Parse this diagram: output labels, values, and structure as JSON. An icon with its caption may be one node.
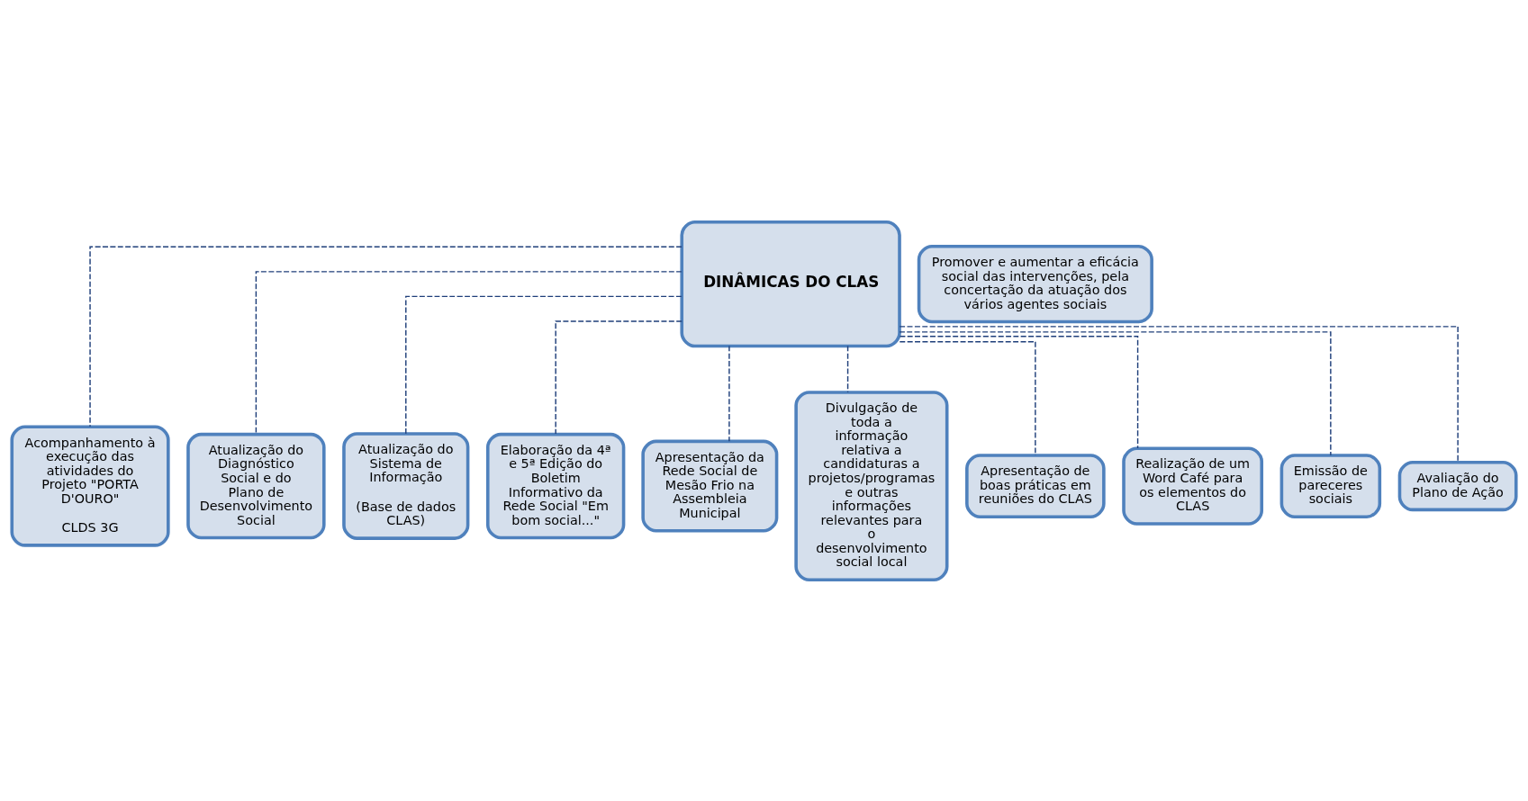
{
  "diagram": {
    "nodes": [
      {
        "text": [
          "DINÂMICAS DO CLAS"
        ]
      },
      {
        "text": [
          "Promover e aumentar a eficácia social das intervenções, pela concertação da atuação dos vários agentes sociais"
        ]
      },
      {
        "text": [
          "Acompanhamento à execução das atividades do Projeto \"PORTA D'OURO\"",
          "CLDS 3G"
        ]
      },
      {
        "text": [
          "Atualização do Diagnóstico Social e do Plano de Desenvolvimento Social"
        ]
      },
      {
        "text": [
          "Atualização do Sistema de Informação",
          "(Base de dados CLAS)"
        ]
      },
      {
        "text": [
          "Elaboração da 4ª e 5ª Edição do Boletim Informativo da Rede Social \"Em bom social...\""
        ]
      },
      {
        "text": [
          "Apresentação da Rede Social de Mesão Frio na Assembleia Municipal"
        ]
      },
      {
        "text": [
          "Divulgação de toda a informação relativa a candidaturas a projetos/programas e outras informações relevantes para o desenvolvimento social local"
        ]
      },
      {
        "text": [
          "Apresentação de boas práticas em reuniões do CLAS"
        ]
      },
      {
        "text": [
          "Realização de um Word Café para os elementos do CLAS"
        ]
      },
      {
        "text": [
          "Emissão de pareceres sociais"
        ]
      },
      {
        "text": [
          "Avaliação do Plano de Ação"
        ]
      }
    ],
    "edges": [
      {
        "from": 0,
        "to": 2,
        "arrow": "none",
        "style": "dashed"
      },
      {
        "from": 0,
        "to": 3,
        "arrow": "none",
        "style": "dashed"
      },
      {
        "from": 0,
        "to": 4,
        "arrow": "none",
        "style": "dashed"
      },
      {
        "from": 0,
        "to": 5,
        "arrow": "none",
        "style": "dashed"
      },
      {
        "from": 0,
        "to": 6,
        "arrow": "none",
        "style": "dashed"
      },
      {
        "from": 0,
        "to": 7,
        "arrow": "none",
        "style": "dashed"
      },
      {
        "from": 0,
        "to": 8,
        "arrow": "none",
        "style": "dashed"
      },
      {
        "from": 0,
        "to": 9,
        "arrow": "none",
        "style": "dashed"
      },
      {
        "from": 0,
        "to": 10,
        "arrow": "none",
        "style": "dashed"
      },
      {
        "from": 0,
        "to": 11,
        "arrow": "none",
        "style": "dashed"
      }
    ]
  }
}
